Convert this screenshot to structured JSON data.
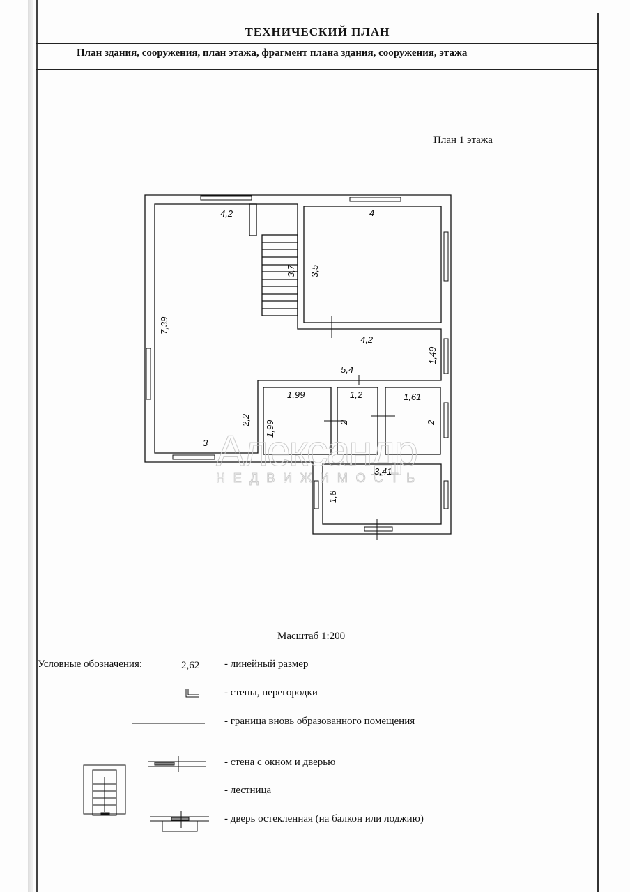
{
  "header": {
    "title": "ТЕХНИЧЕСКИЙ ПЛАН",
    "subtitle": "План здания, сооружения, план этажа, фрагмент плана здания, сооружения, этажа"
  },
  "plan": {
    "floor_label": "План 1 этажа",
    "dimensions": {
      "main_top": "4,2",
      "main_height": "7,39",
      "main_inner": "2,2",
      "main_bottom": "3",
      "stair": "3,7",
      "room_top_width": "4",
      "room_top_height": "3,5",
      "corridor_width": "4,2",
      "corridor_height": "1,49",
      "corridor_bottom": "5,4",
      "room1_width": "1,99",
      "room1_height": "1,99",
      "room2_width": "1,2",
      "room2_height": "2",
      "room3_width": "1,61",
      "room3_height": "2",
      "room4_width": "3,41",
      "room4_height": "1,8"
    },
    "watermark": {
      "name": "Александр",
      "sub": "НЕДВИЖИМОСТЬ"
    }
  },
  "scale": "Масштаб 1:200",
  "legend": {
    "title": "Условные обозначения:",
    "sample_value": "2,62",
    "items": [
      "- линейный размер",
      "- стены, перегородки",
      "- граница вновь образованного помещения",
      "- стена с окном и дверью",
      "- лестница",
      "- дверь остекленная (на балкон или лоджию)"
    ]
  }
}
